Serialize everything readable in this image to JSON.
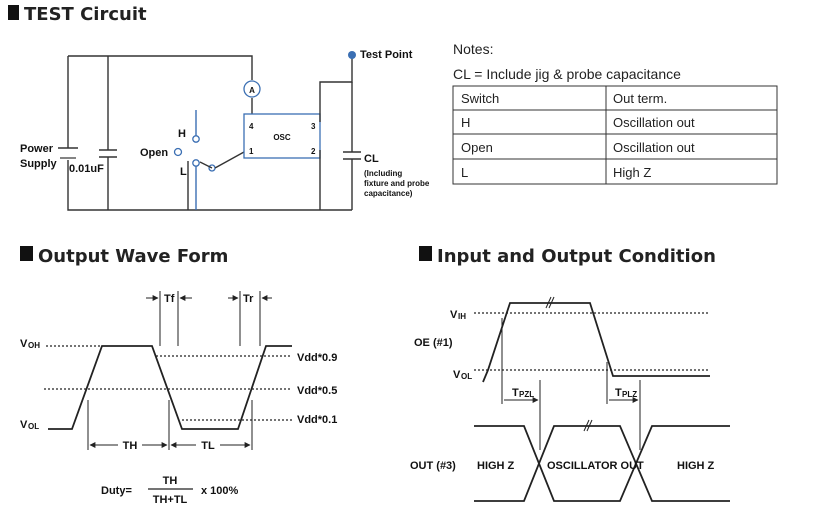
{
  "sections": {
    "test_circuit": "TEST Circuit",
    "output_wave": "Output Wave Form",
    "io_condition": "Input and Output Condition"
  },
  "circuit": {
    "test_point": "Test Point",
    "power": "Power",
    "supply": "Supply",
    "cap_value": "0.01uF",
    "open": "Open",
    "h": "H",
    "l": "L",
    "ammeter": "A",
    "osc": "OSC",
    "pin1": "1",
    "pin2": "2",
    "pin3": "3",
    "pin4": "4",
    "cl": "CL",
    "cl_note1": "(Including",
    "cl_note2": "fixture and probe",
    "cl_note3": "capacitance)"
  },
  "notes": {
    "title": "Notes:",
    "line": "CL = Include jig & probe capacitance",
    "table": {
      "headers": [
        "Switch",
        "Out term."
      ],
      "rows": [
        [
          "H",
          "Oscillation out"
        ],
        [
          "Open",
          "Oscillation out"
        ],
        [
          "L",
          "High Z"
        ]
      ]
    }
  },
  "wave": {
    "tf": "Tf",
    "tr": "Tr",
    "voh": "V",
    "voh_sub": "OH",
    "vol": "V",
    "vol_sub": "OL",
    "vdd09": "Vdd*0.9",
    "vdd05": "Vdd*0.5",
    "vdd01": "Vdd*0.1",
    "th": "TH",
    "tl": "TL",
    "duty_label": "Duty=",
    "duty_num": "TH",
    "duty_den": "TH+TL",
    "duty_mult": "x 100%"
  },
  "io": {
    "vih": "V",
    "vih_sub": "IH",
    "vil": "V",
    "vil_sub": "OL",
    "oe": "OE (#1)",
    "tpzl": "T",
    "tpzl_sub": "PZL",
    "tplz": "T",
    "tplz_sub": "PLZ",
    "out": "OUT (#3)",
    "highz_left": "HIGH Z",
    "osc_out": "OSCILLATOR OUT",
    "highz_right": "HIGH Z"
  }
}
